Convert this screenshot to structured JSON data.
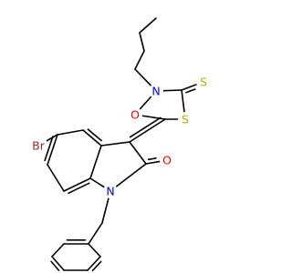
{
  "molecule": {
    "atoms": [
      {
        "id": "O1",
        "label": "O",
        "color": "#ff0000"
      },
      {
        "id": "N1",
        "label": "N",
        "color": "#0000ff"
      },
      {
        "id": "S1",
        "label": "S",
        "color": "#b2b200"
      },
      {
        "id": "S2",
        "label": "S",
        "color": "#b2b200"
      },
      {
        "id": "Br",
        "label": "Br",
        "color": "#a52a2a"
      },
      {
        "id": "O2",
        "label": "O",
        "color": "#ff0000"
      },
      {
        "id": "N2",
        "label": "N",
        "color": "#0000ff"
      }
    ]
  }
}
